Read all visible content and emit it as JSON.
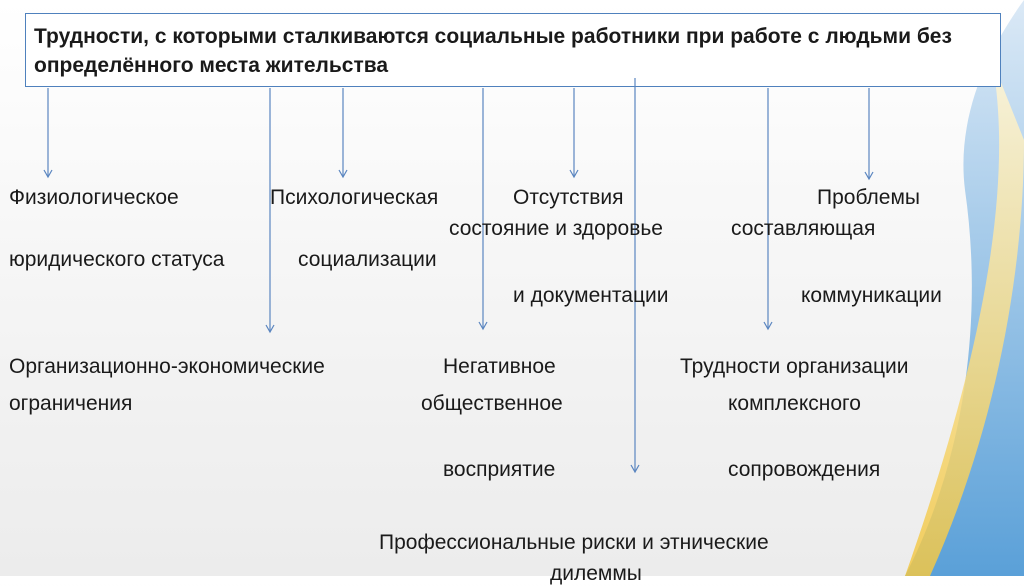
{
  "title": "Трудности, с которыми сталкиваются социальные работники при работе с людьми без определённого места жительства",
  "labels": {
    "fiziologicheskoe": "Физиологическое",
    "psikhologicheskaya": "Психологическая",
    "otsutstviya": "Отсутствия",
    "problemy": "Проблемы",
    "sostoyanie_i_zdorovye": "состояние и здоровье",
    "sostavlyayushchaya": "составляющая",
    "yuridicheskogo_statusa": "юридического статуса",
    "sotsializatsii": "социализации",
    "i_dokumentatsii": "и документации",
    "kommunikatsii": "коммуникации",
    "org_ekon": "Организационно-экономические",
    "negativnoe": "Негативное",
    "trudnosti_org": "Трудности организации",
    "ogranicheniya": "ограничения",
    "obshchestvennoe": "общественное",
    "kompleksnogo": "комплексного",
    "vospriyatie": "восприятие",
    "soprovozhdeniya": "сопровождения",
    "prof_riski": "Профессиональные риски и этнические",
    "dilemmy": "дилеммы"
  }
}
